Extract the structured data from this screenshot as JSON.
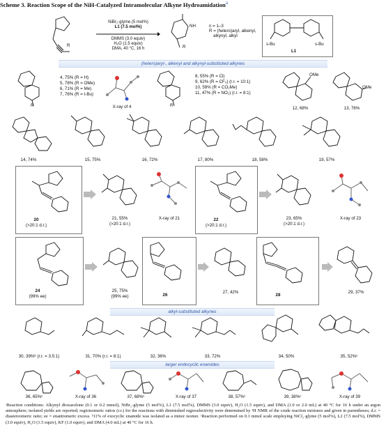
{
  "title": "Scheme 3. Reaction Scope of the NiH-Catalyzed Intramolecular Alkyne Hydroamidation",
  "title_sup": "a",
  "conditions": {
    "line1": "NiBr₂·glyme (5 mol%)",
    "line2": "L1 (7.5 mol%)",
    "line3": "DMMS (3.0 equiv)",
    "line4": "H₂O (1.5 equiv)",
    "line5": "DMA, 40 °C, 16 h",
    "n_note": "n = 1–3",
    "r_note": "R = (hetero)aryl, alkenyl,",
    "r_note2": "alkynyl, alkyl",
    "ligand_label": "L1",
    "ligand_sub": "s-Bu"
  },
  "sections": {
    "s1": "(hetero)aryl-, alkenyl and alkynyl-substituted alkynes",
    "s2": "alkyl-substituted alkynes",
    "s3": "larger endocyclic enamides"
  },
  "row1": {
    "list_left": [
      "4, 75% (R = H)",
      "5, 78% (R = OMe)",
      "6, 71% (R = Me)",
      "7, 76% (R = t-Bu)"
    ],
    "xray4": "X-ray of 4",
    "list_right": [
      "8, 55% (R = Cl)",
      "9, 62% (R = CF₃) (r.r. = 10:1)",
      "10, 59% (R = CO₂Me)",
      "11, 47% (R = NO₂) (r.r. = 8:1)"
    ],
    "c12": "12, 68%",
    "c13": "13, 76%"
  },
  "row2": [
    "14, 74%",
    "15, 75%",
    "16, 72%",
    "17, 80%",
    "18, 58%",
    "19, 57%"
  ],
  "row3": {
    "c20": "20",
    "c20dr": "(>20:1 d.r.)",
    "c21": "21, 55%",
    "c21dr": "(>20:1 d.r.)",
    "xray21": "X-ray of 21",
    "c22": "22",
    "c22dr": "(>20:1 d.r.)",
    "c23": "23, 65%",
    "c23dr": "(>20:1 d.r.)",
    "xray23": "X-ray of 23"
  },
  "row4": {
    "c24": "24",
    "c24ee": "(99% ee)",
    "c25": "25, 75%",
    "c25ee": "(99% ee)",
    "c26": "26",
    "c27": "27, 42%",
    "c28": "28",
    "c29": "29, 37%"
  },
  "row5": [
    "30, 39%ᵇ (r.r. = 3.5:1)",
    "31, 70% (r.r. = 8:1)",
    "32, 36%",
    "33, 72%",
    "34, 50%",
    "35, 52%ᶜ"
  ],
  "row6": [
    "36, 65%ᶜ",
    "X-ray of 36",
    "37, 68%ᶜ",
    "X-ray of 37",
    "38, 57%ᶜ",
    "39, 38%ᶜ",
    "X-ray of 39"
  ],
  "footnote": "ᵃReaction conditions: Alkynyl dioxazolone (0.1 or 0.2 mmol), NiBr₂·glyme (5 mol%), L1 (7.5 mol%), DMMS (3.0 equiv), H₂O (1.5 equiv), and DMA (1.0 or 2.0 mL) at 40 °C for 16 h under an argon atmosphere; isolated yields are reported; regioisomeric ratios (r.r.) for the reactions with diminished regioselectivity were determined by ¹H NMR of the crude reaction mixtures and given in parentheses; d.r. = diastereomeric ratio; ee = enantiomeric excess. ᵇ11% of exocyclic enamide was isolated as a minor isomer. ᶜReaction performed on 0.1 mmol scale employing NiCl₂·glyme (5 mol%), L2 (7.5 mol%), DMMS (3.0 equiv), H₂O (1.5 equiv), KF (1.0 equiv), and DMA (4.0 mL) at 40 °C for 16 h."
}
